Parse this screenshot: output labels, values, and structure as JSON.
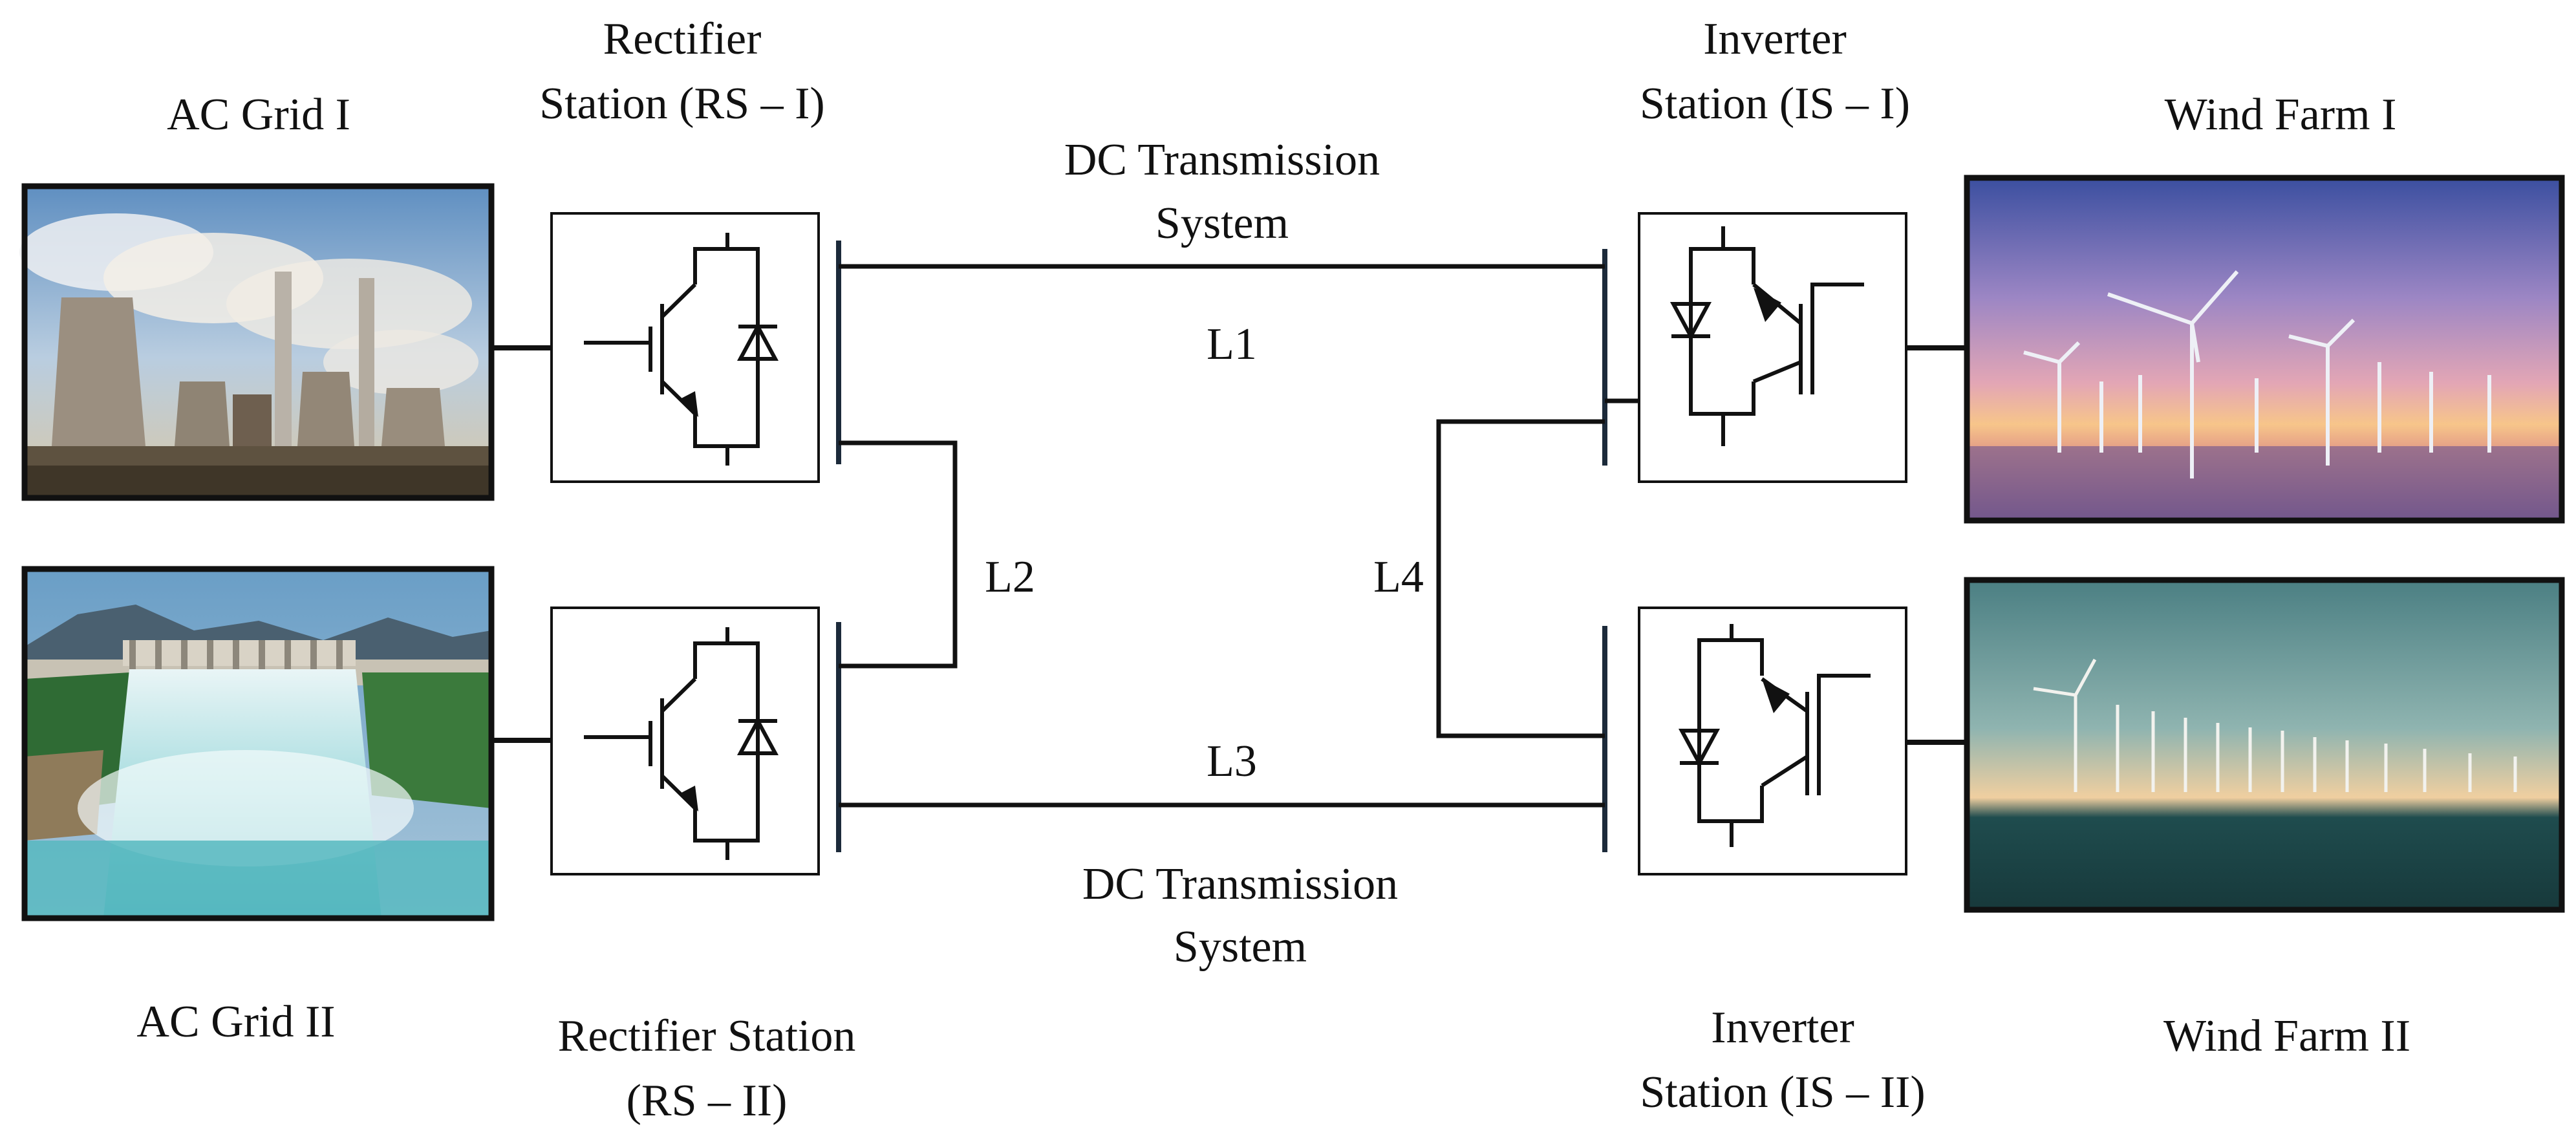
{
  "labels": {
    "ac_grid_1": "AC Grid I",
    "ac_grid_2": "AC Grid II",
    "rectifier_1_line1": "Rectifier",
    "rectifier_1_line2": "Station (RS – I)",
    "rectifier_2_line1": "Rectifier Station",
    "rectifier_2_line2": "(RS – II)",
    "inverter_1_line1": "Inverter",
    "inverter_1_line2": "Station (IS – I)",
    "inverter_2_line1": "Inverter",
    "inverter_2_line2": "Station (IS – II)",
    "wind_farm_1": "Wind Farm I",
    "wind_farm_2": "Wind Farm II",
    "dc_system_top_line1": "DC Transmission",
    "dc_system_top_line2": "System",
    "dc_system_bottom_line1": "DC Transmission",
    "dc_system_bottom_line2": "System",
    "line_1": "L1",
    "line_2": "L2",
    "line_3": "L3",
    "line_4": "L4"
  },
  "colors": {
    "line": "#111111",
    "busbar": "#1c2a3a",
    "frame": "#111111"
  },
  "images": {
    "ac_grid_1": "coal-power-plant-photo",
    "ac_grid_2": "hydro-dam-photo",
    "wind_farm_1": "offshore-wind-sunset-photo",
    "wind_farm_2": "offshore-wind-teal-photo"
  }
}
